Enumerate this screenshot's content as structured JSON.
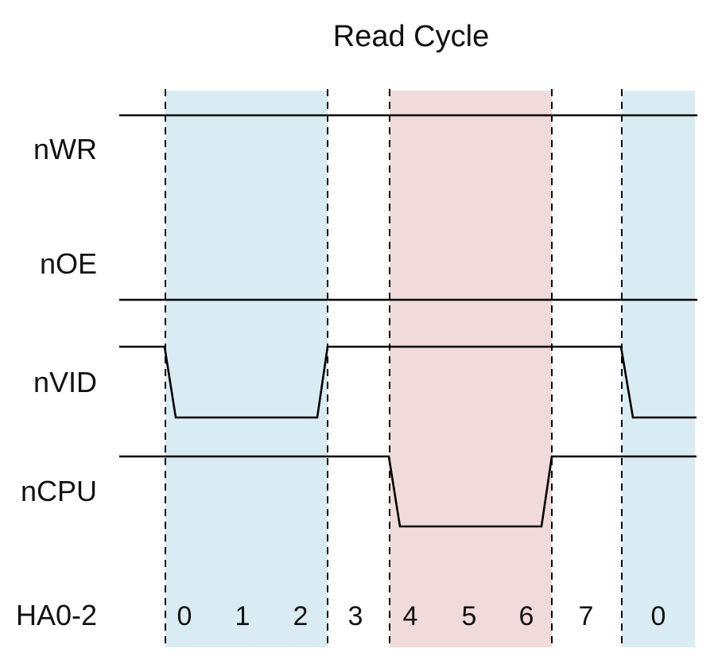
{
  "title": "Read Cycle",
  "signals": [
    {
      "name": "nWR"
    },
    {
      "name": "nOE"
    },
    {
      "name": "nVID"
    },
    {
      "name": "nCPU"
    }
  ],
  "address_label": "HA0-2",
  "cycle_labels": [
    "0",
    "1",
    "2",
    "3",
    "4",
    "5",
    "6",
    "7",
    "0"
  ],
  "colors": {
    "video_region": "#daecf3",
    "cpu_region": "#f1dadb",
    "line": "#000000"
  }
}
